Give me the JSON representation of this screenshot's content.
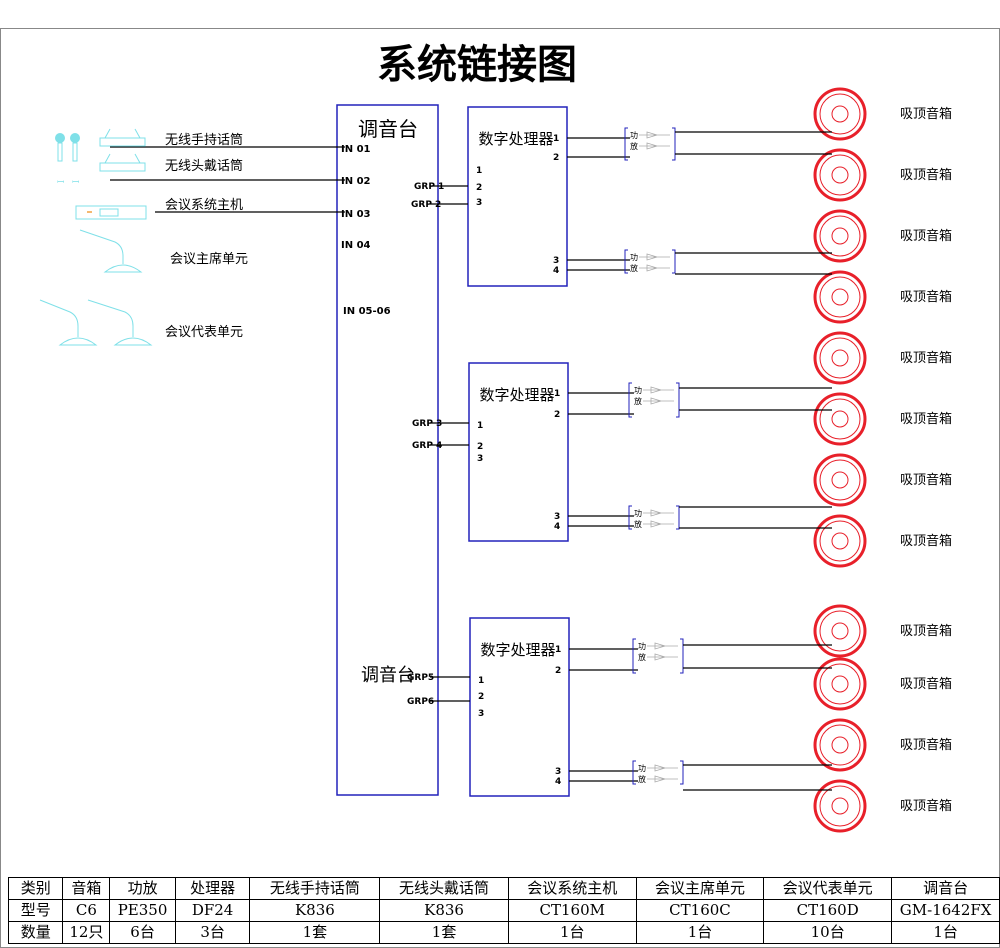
{
  "title": "系统链接图",
  "mixer": {
    "label_top": "调音台",
    "label_bottom": "调音台",
    "inputs": [
      "IN 01",
      "IN 02",
      "IN 03",
      "IN 04",
      "IN 05-06"
    ]
  },
  "devices": [
    "无线手持话筒",
    "无线头戴话筒",
    "会议系统主机",
    "会议主席单元",
    "会议代表单元"
  ],
  "dsp_label": "数字处理器",
  "dsps": [
    {
      "grps": [
        "GRP 1",
        "GRP 2"
      ],
      "inputs": [
        "1",
        "2",
        "3"
      ],
      "outputs": [
        "1",
        "2",
        "3",
        "4"
      ]
    },
    {
      "grps": [
        "GRP 3",
        "GRP 4"
      ],
      "inputs": [
        "1",
        "2",
        "3"
      ],
      "outputs": [
        "1",
        "2",
        "3",
        "4"
      ]
    },
    {
      "grps": [
        "GRP5",
        "GRP6"
      ],
      "inputs": [
        "1",
        "2",
        "3"
      ],
      "outputs": [
        "1",
        "2",
        "3",
        "4"
      ]
    }
  ],
  "amp_label": [
    "功",
    "放"
  ],
  "speaker_label": "吸顶音箱",
  "speaker_count": 12,
  "colors": {
    "box": "#2222bb",
    "speaker": "#e8202a",
    "device": "#7fe0e8",
    "line": "#000000"
  },
  "table": {
    "rows": [
      [
        "类别",
        "音箱",
        "功放",
        "处理器",
        "无线手持话筒",
        "无线头戴话筒",
        "会议系统主机",
        "会议主席单元",
        "会议代表单元",
        "调音台"
      ],
      [
        "型号",
        "C6",
        "PE350",
        "DF24",
        "K836",
        "K836",
        "CT160M",
        "CT160C",
        "CT160D",
        "GM-1642FX"
      ],
      [
        "数量",
        "12只",
        "6台",
        "3台",
        "1套",
        "1套",
        "1台",
        "1台",
        "10台",
        "1台"
      ]
    ]
  }
}
